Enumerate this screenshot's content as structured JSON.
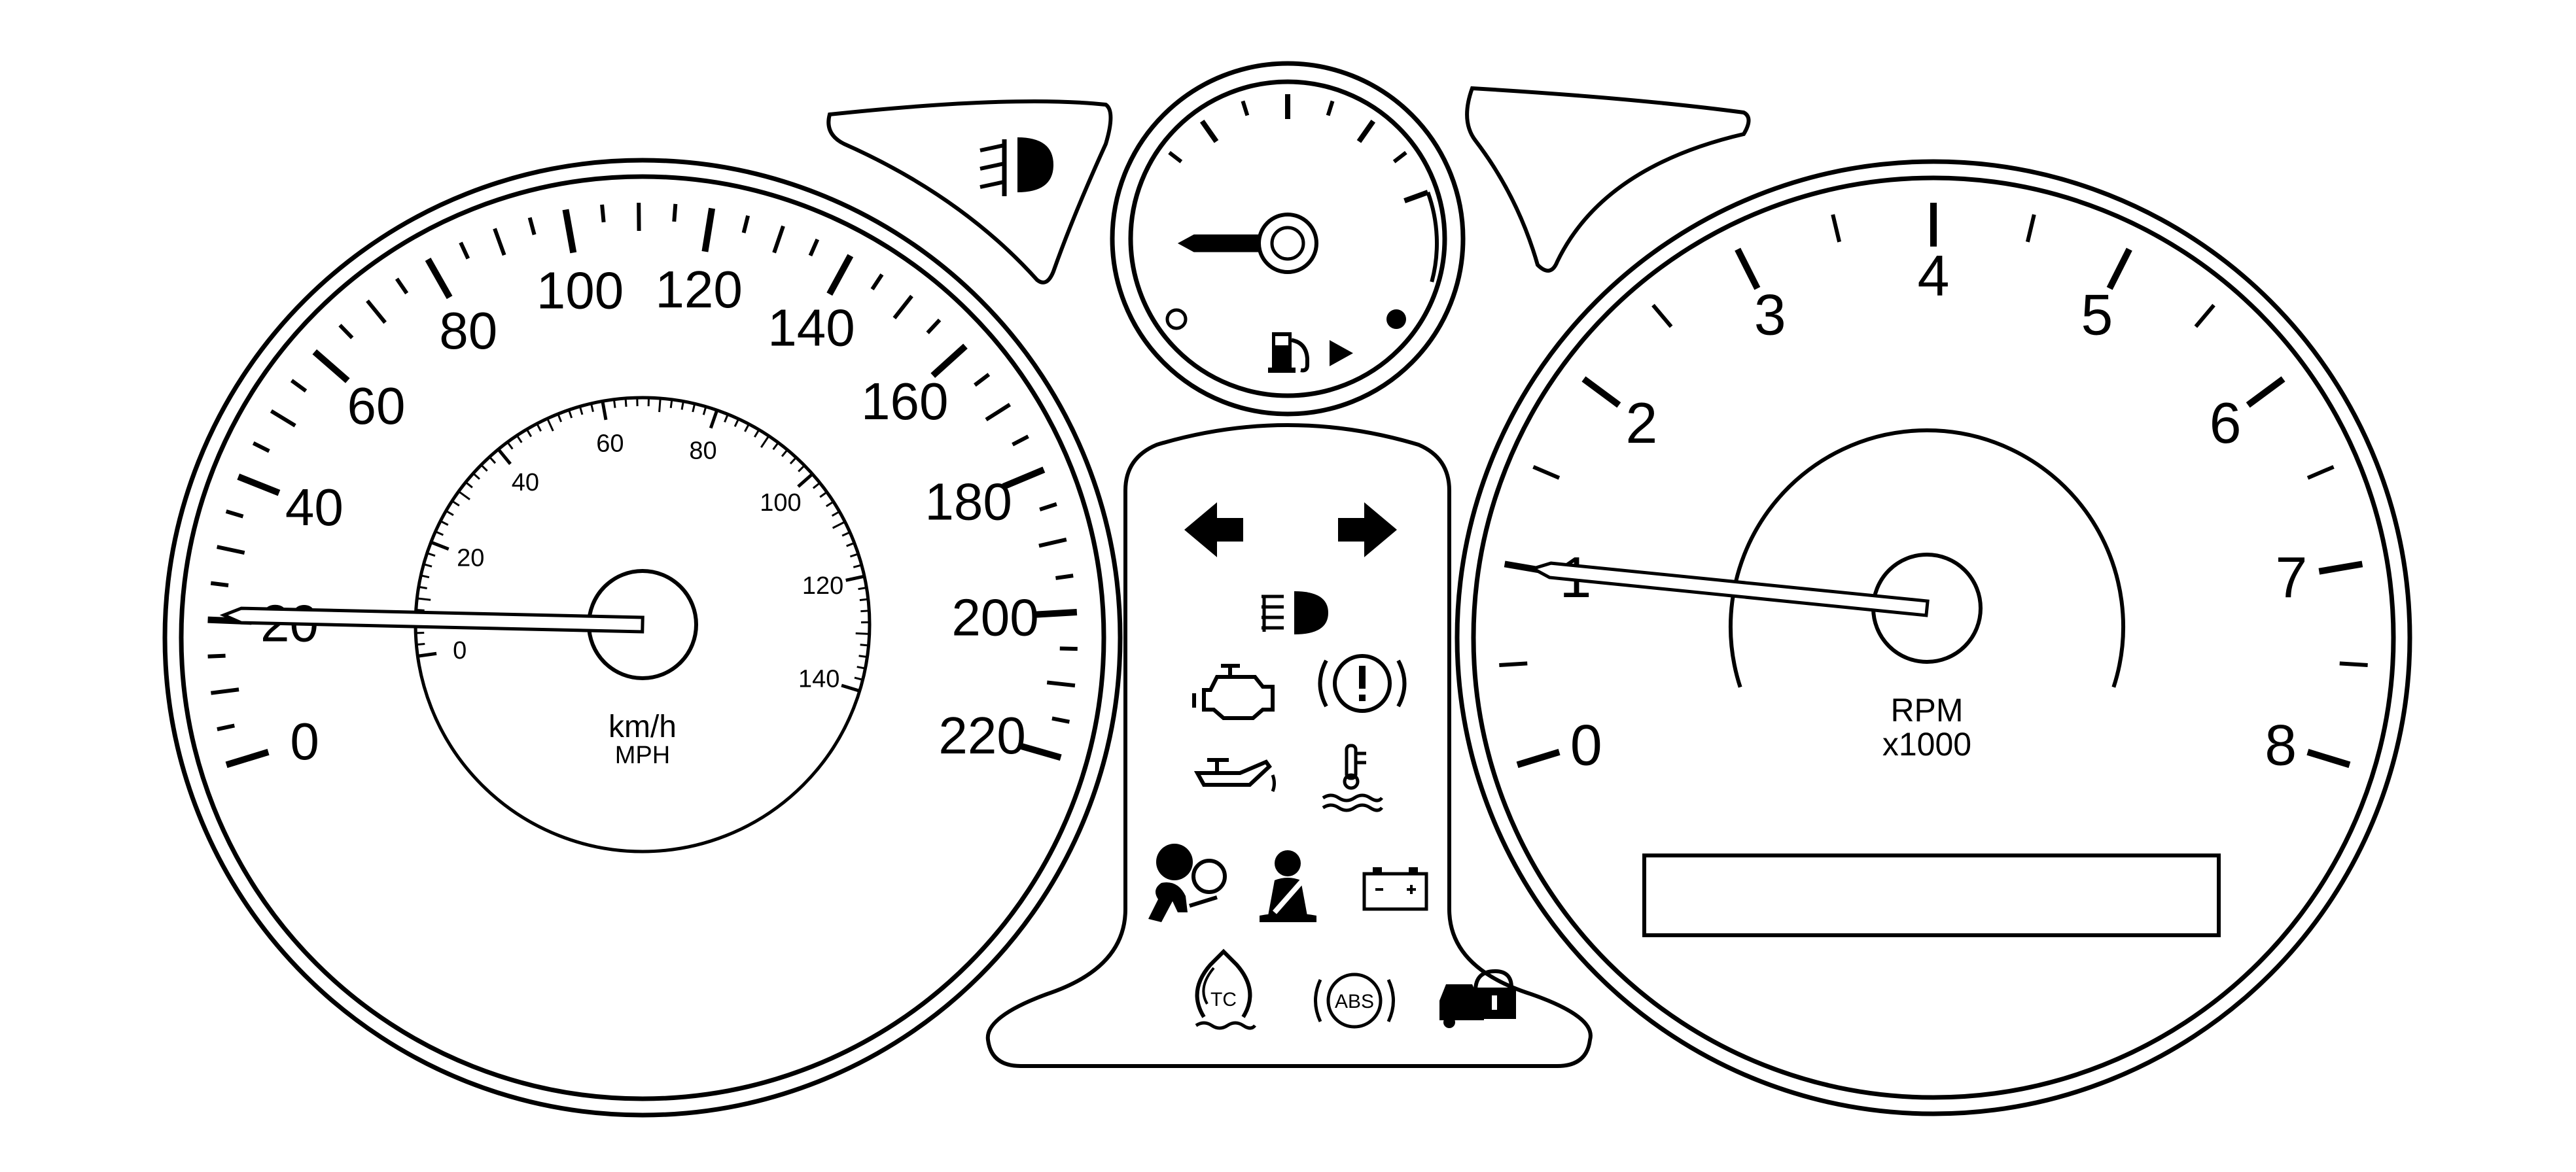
{
  "speedometer": {
    "outer_labels": [
      "0",
      "20",
      "40",
      "60",
      "80",
      "100",
      "120",
      "140",
      "160",
      "180",
      "200",
      "220"
    ],
    "inner_labels": [
      "0",
      "20",
      "40",
      "60",
      "80",
      "100",
      "120",
      "140"
    ],
    "unit_primary": "km/h",
    "unit_secondary": "MPH",
    "needle_value_kmh": 22
  },
  "fuel_gauge": {
    "level_fraction": 0.0,
    "empty_marker": "empty-circle",
    "full_marker": "filled-circle",
    "icon": "fuel-pump-icon",
    "filler_side": "right"
  },
  "tachometer": {
    "labels": [
      "0",
      "1",
      "2",
      "3",
      "4",
      "5",
      "6",
      "7",
      "8"
    ],
    "unit_line1": "RPM",
    "unit_line2": "x1000",
    "needle_value": 1
  },
  "odometer_display": {
    "text": ""
  },
  "indicators": [
    {
      "name": "fog-lamp-icon"
    },
    {
      "name": "turn-left-arrow-icon"
    },
    {
      "name": "turn-right-arrow-icon"
    },
    {
      "name": "high-beam-icon"
    },
    {
      "name": "check-engine-icon"
    },
    {
      "name": "brake-warning-icon"
    },
    {
      "name": "oil-pressure-icon"
    },
    {
      "name": "coolant-temperature-icon"
    },
    {
      "name": "airbag-icon"
    },
    {
      "name": "seatbelt-icon"
    },
    {
      "name": "battery-icon"
    },
    {
      "name": "traction-control-icon",
      "text": "TC"
    },
    {
      "name": "abs-icon",
      "text": "ABS"
    },
    {
      "name": "security-icon"
    }
  ],
  "colors": {
    "line": "#000000",
    "background": "#ffffff"
  }
}
